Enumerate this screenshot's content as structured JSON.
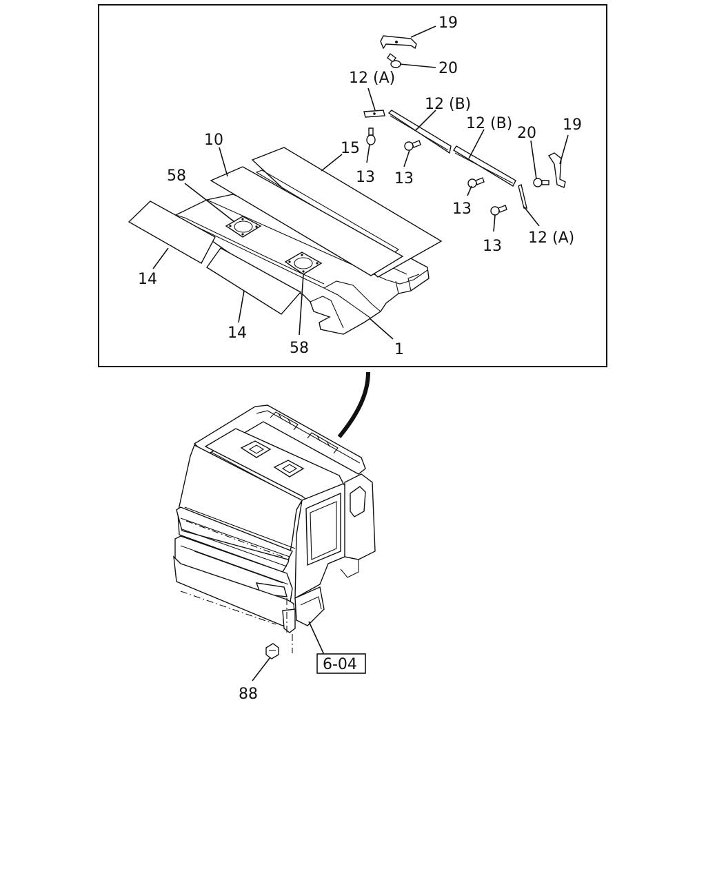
{
  "labels": {
    "p19_top": "19",
    "p20_top": "20",
    "p12a_top": "12 (A)",
    "p12b_1": "12 (B)",
    "p12b_2": "12 (B)",
    "p20_right": "20",
    "p19_right": "19",
    "p10": "10",
    "p15": "15",
    "p58_left": "58",
    "p13_a": "13",
    "p13_b": "13",
    "p13_c": "13",
    "p13_d": "13",
    "p12a_bottom": "12 (A)",
    "p14_left": "14",
    "p14_mid": "14",
    "p58_bottom": "58",
    "p1": "1",
    "ref_604": "6-04",
    "p88": "88"
  }
}
